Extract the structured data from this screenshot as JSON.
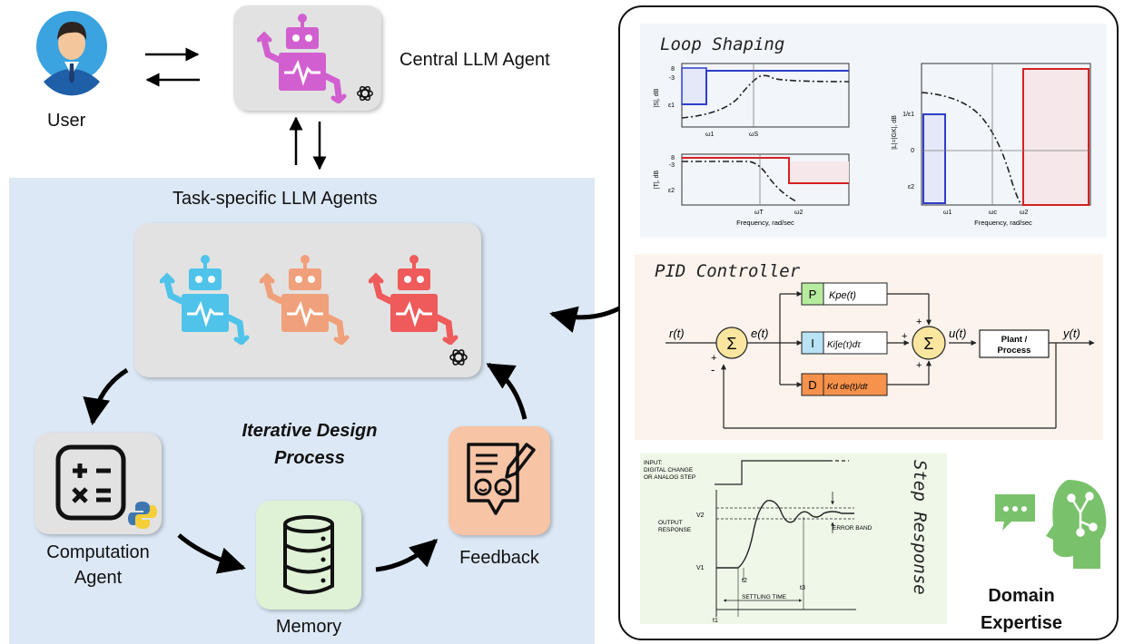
{
  "user": {
    "label": "User"
  },
  "central": {
    "label": "Central LLM Agent"
  },
  "task_panel": {
    "title": "Task-specific LLM Agents"
  },
  "iterative": {
    "line1": "Iterative Design",
    "line2": "Process"
  },
  "computation": {
    "line1": "Computation",
    "line2": "Agent"
  },
  "memory": {
    "label": "Memory"
  },
  "feedback": {
    "label": "Feedback"
  },
  "domain": {
    "line1": "Domain",
    "line2": "Expertise"
  },
  "loop_shaping": {
    "title": "Loop Shaping",
    "freq_label": "Frequency, rad/sec",
    "s_ylabel": "|S|, dB",
    "t_ylabel": "|T|, dB",
    "l_ylabel": "|L|=|GK|, dB",
    "tick_8": "8",
    "tick_m3": "-3",
    "tick_0": "0",
    "eps1": "ε1",
    "eps2": "ε2",
    "inv_eps1": "1/ε1",
    "w1": "ω1",
    "ws": "ωS",
    "wt": "ωT",
    "w2": "ω2",
    "wc": "ωc"
  },
  "pid": {
    "title": "PID Controller",
    "r": "r(t)",
    "e": "e(t)",
    "u": "u(t)",
    "y": "y(t)",
    "sigma": "Σ",
    "plus": "+",
    "minus": "-",
    "p": "P",
    "i": "I",
    "d": "D",
    "p_expr": "Kpe(t)",
    "i_expr": "Ki∫e(τ)dτ",
    "d_expr": "Kd de(t)/dt",
    "plant_line1": "Plant /",
    "plant_line2": "Process"
  },
  "step": {
    "title": "Step Response",
    "input_line1": "INPUT:",
    "input_line2": "DIGITAL CHANGE",
    "input_line3": "OR ANALOG STEP",
    "output_line1": "OUTPUT",
    "output_line2": "RESPONSE",
    "v1": "V1",
    "v2": "V2",
    "error_band": "ERROR BAND",
    "t1": "t1",
    "t2": "t2",
    "t3": "t3",
    "settling": "SETTLING TIME"
  },
  "colors": {
    "blue_robot": "#4fc3ea",
    "orange_robot": "#f0a07a",
    "red_robot": "#ef5a5a",
    "magenta_robot": "#d25fd0",
    "panel_bg": "#dce8f5",
    "feedback_bg": "#f7c4a6",
    "memory_bg": "#dff2d6",
    "pid_bg": "#fbf3ec",
    "step_bg": "#eef7e8",
    "loop_bg": "#f2f6fb",
    "pid_p": "#b6ec9f",
    "pid_i": "#b8e3f5",
    "pid_d": "#f6924c",
    "pid_sum": "#fbe6a0"
  }
}
